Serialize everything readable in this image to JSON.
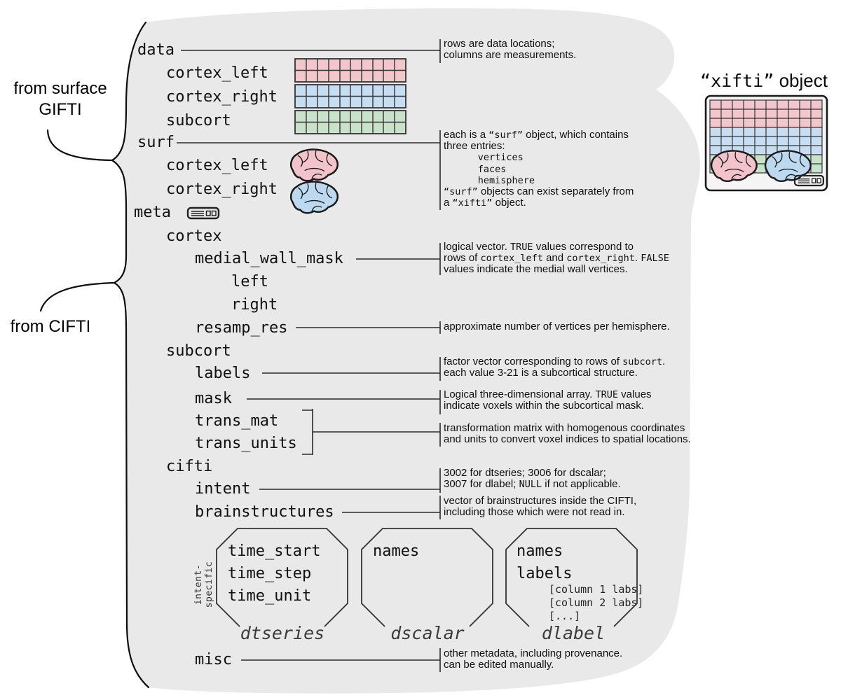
{
  "side_labels": {
    "surface_gifti": "from surface\nGIFTI",
    "cifti": "from CIFTI"
  },
  "xifti_object": {
    "title": [
      {
        "t": "“xifti”",
        "m": true
      },
      {
        "t": " object"
      }
    ]
  },
  "tree": {
    "data": "data",
    "data_cortex_left": "cortex_left",
    "data_cortex_right": "cortex_right",
    "data_subcort": "subcort",
    "surf": "surf",
    "surf_cortex_left": "cortex_left",
    "surf_cortex_right": "cortex_right",
    "meta": "meta",
    "meta_cortex": "cortex",
    "medial_wall_mask": "medial_wall_mask",
    "left": "left",
    "right": "right",
    "resamp_res": "resamp_res",
    "meta_subcort": "subcort",
    "labels": "labels",
    "mask": "mask",
    "trans_mat": "trans_mat",
    "trans_units": "trans_units",
    "cifti": "cifti",
    "intent": "intent",
    "brainstructures": "brainstructures",
    "misc": "misc"
  },
  "notes": {
    "data": [
      {
        "t": "rows are data locations;\ncolumns are measurements."
      }
    ],
    "surf": [
      {
        "t": "each is a "
      },
      {
        "t": "“surf”",
        "m": true
      },
      {
        "t": " object, which contains\nthree entries:\n"
      },
      {
        "t": "      vertices\n      faces\n      hemisphere\n",
        "m": true
      },
      {
        "t": "“surf”",
        "m": true
      },
      {
        "t": " objects can exist separately from\na "
      },
      {
        "t": "“xifti”",
        "m": true
      },
      {
        "t": " object."
      }
    ],
    "medial_wall_mask": [
      {
        "t": "logical vector. "
      },
      {
        "t": "TRUE",
        "m": true
      },
      {
        "t": " values correspond to\nrows of "
      },
      {
        "t": "cortex_left",
        "m": true
      },
      {
        "t": " and "
      },
      {
        "t": "cortex_right",
        "m": true
      },
      {
        "t": ". "
      },
      {
        "t": "FALSE",
        "m": true
      },
      {
        "t": "\nvalues indicate the medial wall vertices."
      }
    ],
    "resamp_res": [
      {
        "t": "approximate number of vertices per hemisphere."
      }
    ],
    "labels": [
      {
        "t": "factor vector corresponding to rows of "
      },
      {
        "t": "subcort",
        "m": true
      },
      {
        "t": ".\neach value 3-21 is a subcortical structure."
      }
    ],
    "mask": [
      {
        "t": "Logical three-dimensional array. "
      },
      {
        "t": "TRUE",
        "m": true
      },
      {
        "t": " values\nindicate voxels within the subcortical mask."
      }
    ],
    "trans": [
      {
        "t": "transformation matrix with homogenous coordinates\nand units to convert voxel indices to spatial locations."
      }
    ],
    "intent": [
      {
        "t": "3002 for dtseries; 3006 for dscalar;\n3007 for dlabel; "
      },
      {
        "t": "NULL",
        "m": true
      },
      {
        "t": " if not applicable."
      }
    ],
    "brainstructures": [
      {
        "t": "vector of brainstructures inside the CIFTI,\nincluding those which were not read in."
      }
    ],
    "misc": [
      {
        "t": "other metadata, including provenance.\ncan be edited manually."
      }
    ]
  },
  "boxes": {
    "side_label": "intent-specific",
    "dtseries": {
      "items": [
        "time_start",
        "time_step",
        "time_unit"
      ],
      "caption": "dtseries"
    },
    "dscalar": {
      "items": [
        "names"
      ],
      "caption": "dscalar"
    },
    "dlabel": {
      "items": [
        "names",
        "labels"
      ],
      "sub_items": [
        "[column 1 labs]",
        "[column 2 labs]",
        "[...]"
      ],
      "caption": "dlabel"
    }
  },
  "colors": {
    "blob": "#e9e9e9",
    "pink": "#f3c6cc",
    "blue": "#c7ddf1",
    "green": "#c9e3cb",
    "line": "#2a2a2a"
  }
}
